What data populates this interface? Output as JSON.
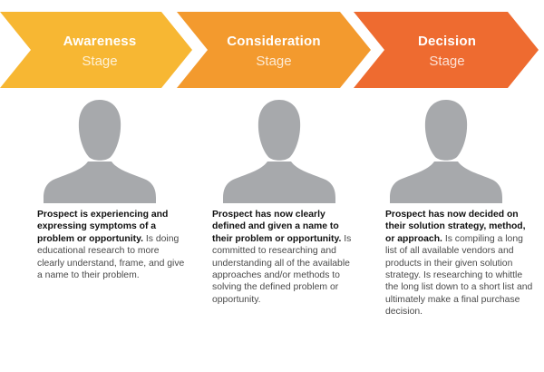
{
  "colors": {
    "awareness": "#F7B733",
    "consideration": "#F39A2E",
    "decision": "#EE6B30",
    "avatar": "#A7A9AC"
  },
  "stages": [
    {
      "name": "Awareness",
      "sub": "Stage",
      "icon": "person-silhouette-icon",
      "desc_bold": "Prospect is experiencing and expressing symptoms of a problem or opportunity.",
      "desc_rest": " Is doing educational research to more clearly understand, frame, and give a name to their problem."
    },
    {
      "name": "Consideration",
      "sub": "Stage",
      "icon": "person-silhouette-icon",
      "desc_bold": "Prospect has now clearly defined and given a name to their problem or opportunity.",
      "desc_rest": " Is committed to researching and understanding all of the available approaches and/or methods to solving the defined problem or opportunity."
    },
    {
      "name": "Decision",
      "sub": "Stage",
      "icon": "person-silhouette-icon",
      "desc_bold": "Prospect has now decided on their solution strategy, method, or approach.",
      "desc_rest": " Is compiling a long list of all available vendors and products in their given solution strategy. Is researching to whittle the long list down to a short list and ultimately make a final purchase decision."
    }
  ]
}
